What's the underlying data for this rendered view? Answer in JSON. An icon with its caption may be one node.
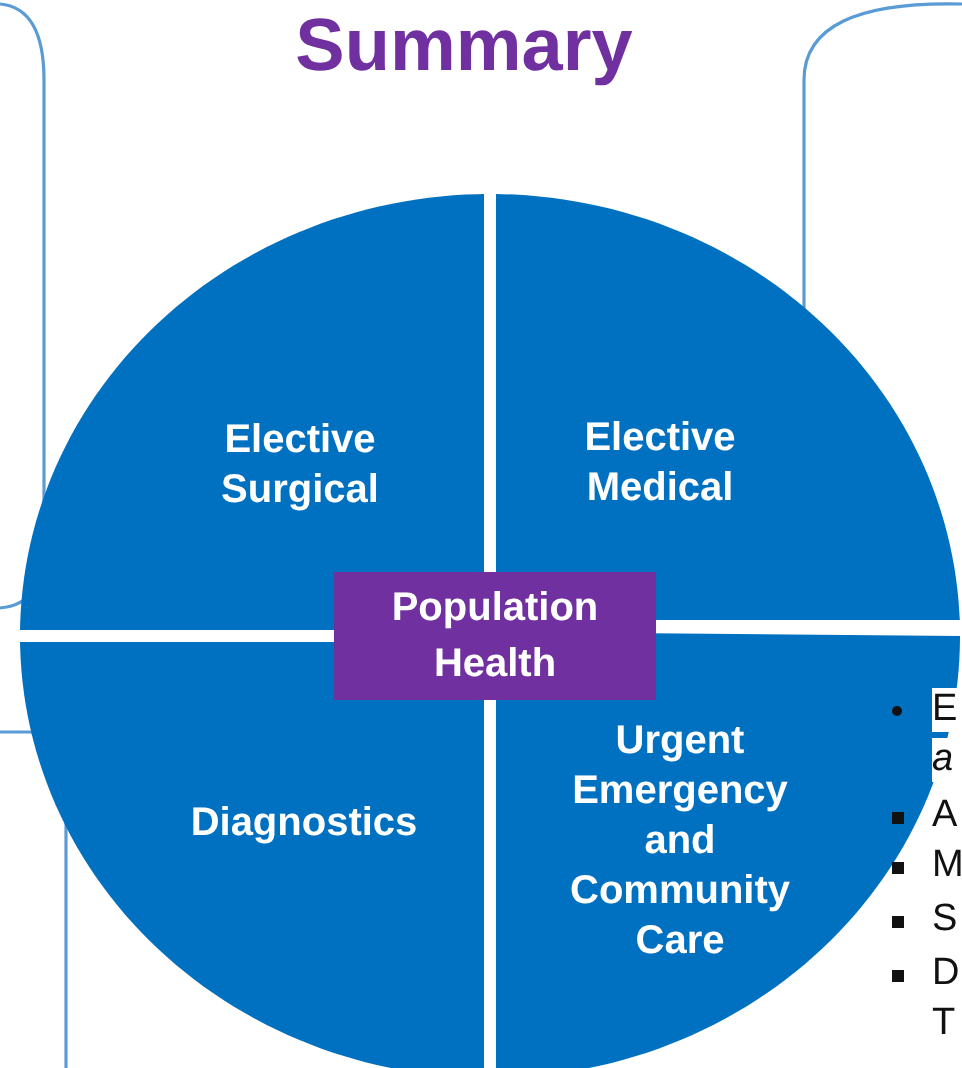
{
  "diagram": {
    "title": "Summary",
    "nodes": [
      {
        "text": [
          "Elective Surgical"
        ]
      },
      {
        "text": [
          "Elective Medical"
        ]
      },
      {
        "text": [
          "Population Health"
        ]
      },
      {
        "text": [
          "Diagnostics"
        ]
      },
      {
        "text": [
          "Urgent Emergency and Community Care"
        ]
      }
    ],
    "labels": [
      "E",
      "a",
      "A",
      "M",
      "S",
      "D",
      "T"
    ]
  }
}
